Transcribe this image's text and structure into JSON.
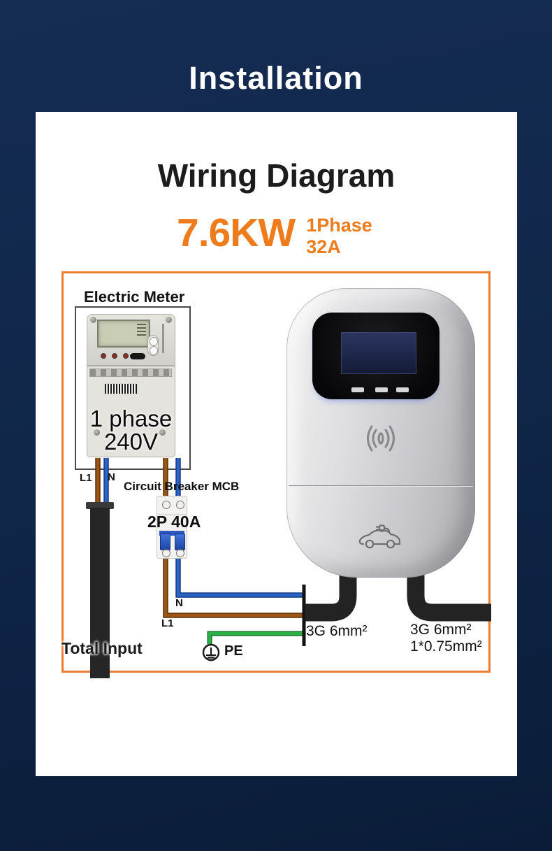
{
  "header": {
    "title": "Installation"
  },
  "card": {
    "diagram_title": "Wiring Diagram",
    "power_rating": "7.6KW",
    "phase": "1Phase",
    "amperage": "32A"
  },
  "wiring": {
    "meter": {
      "label": "Electric Meter",
      "phase_overlay": "1 phase",
      "voltage_overlay": "240V",
      "wire_l1": "L1",
      "wire_n": "N"
    },
    "breaker": {
      "label": "Circuit Breaker MCB",
      "rating": "2P 40A"
    },
    "junction": {
      "neutral": "N",
      "line": "L1",
      "earth": "PE"
    },
    "input_label": "Total Input",
    "left_cable_spec": "3G 6mm²",
    "right_cable_spec_line1": "3G 6mm²",
    "right_cable_spec_line2": "1*0.75mm²"
  },
  "colors": {
    "accent_orange": "#ED7D31",
    "background_navy": "#102749",
    "wire_live_brown": "#9A5517",
    "wire_neutral_blue": "#2A64C8",
    "wire_earth_green": "#2CB044",
    "cable_black": "#232323"
  }
}
